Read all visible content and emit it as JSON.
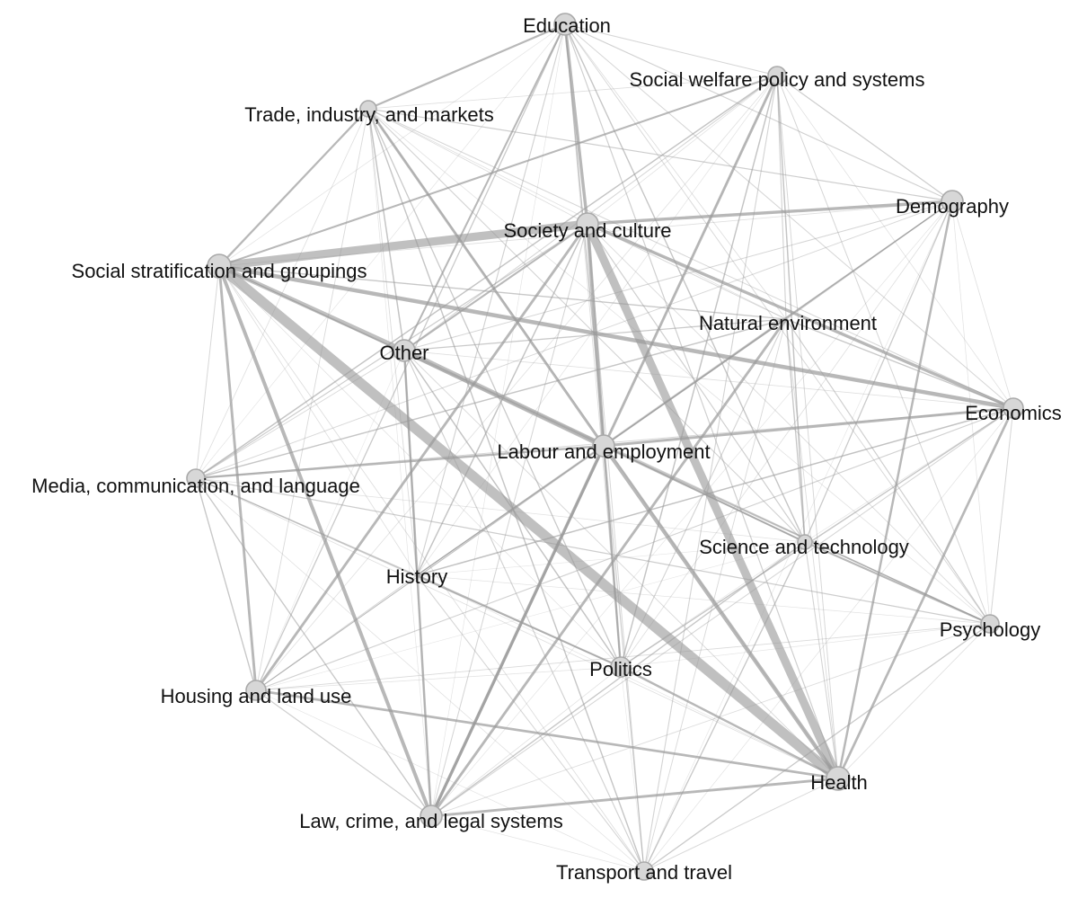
{
  "network": {
    "node_color": "#d7d7d7",
    "node_stroke": "#a9a9a9",
    "edge_color": "#9a9a9a",
    "label_color": "#111111",
    "nodes": [
      {
        "id": "education",
        "label": "Education"
      },
      {
        "id": "welfare",
        "label": "Social welfare policy and systems"
      },
      {
        "id": "trade",
        "label": "Trade, industry, and markets"
      },
      {
        "id": "demography",
        "label": "Demography"
      },
      {
        "id": "society",
        "label": "Society and culture"
      },
      {
        "id": "stratification",
        "label": "Social stratification and groupings"
      },
      {
        "id": "environment",
        "label": "Natural environment"
      },
      {
        "id": "other",
        "label": "Other"
      },
      {
        "id": "economics",
        "label": "Economics"
      },
      {
        "id": "labour",
        "label": "Labour and employment"
      },
      {
        "id": "media",
        "label": "Media, communication, and language"
      },
      {
        "id": "science",
        "label": "Science and technology"
      },
      {
        "id": "history",
        "label": "History"
      },
      {
        "id": "psychology",
        "label": "Psychology"
      },
      {
        "id": "politics",
        "label": "Politics"
      },
      {
        "id": "housing",
        "label": "Housing and land use"
      },
      {
        "id": "health",
        "label": "Health"
      },
      {
        "id": "law",
        "label": "Law, crime, and legal systems"
      },
      {
        "id": "transport",
        "label": "Transport and travel"
      }
    ],
    "strong_edges": [
      {
        "source": "stratification",
        "target": "health",
        "weight": 10
      },
      {
        "source": "society",
        "target": "health",
        "weight": 8
      },
      {
        "source": "stratification",
        "target": "society",
        "weight": 8
      },
      {
        "source": "other",
        "target": "labour",
        "weight": 5
      },
      {
        "source": "stratification",
        "target": "other",
        "weight": 4
      },
      {
        "source": "labour",
        "target": "health",
        "weight": 3.5
      },
      {
        "source": "stratification",
        "target": "economics",
        "weight": 3.5
      },
      {
        "source": "society",
        "target": "labour",
        "weight": 3
      },
      {
        "source": "stratification",
        "target": "law",
        "weight": 3
      },
      {
        "source": "education",
        "target": "society",
        "weight": 2.5
      },
      {
        "source": "labour",
        "target": "law",
        "weight": 2.5
      },
      {
        "source": "society",
        "target": "economics",
        "weight": 2.5
      },
      {
        "source": "society",
        "target": "demography",
        "weight": 2.5
      },
      {
        "source": "trade",
        "target": "labour",
        "weight": 2
      },
      {
        "source": "stratification",
        "target": "housing",
        "weight": 2
      },
      {
        "source": "society",
        "target": "housing",
        "weight": 2
      },
      {
        "source": "labour",
        "target": "economics",
        "weight": 2
      },
      {
        "source": "welfare",
        "target": "law",
        "weight": 2
      },
      {
        "source": "environment",
        "target": "law",
        "weight": 2
      },
      {
        "source": "law",
        "target": "health",
        "weight": 2
      },
      {
        "source": "housing",
        "target": "health",
        "weight": 1.8
      },
      {
        "source": "economics",
        "target": "health",
        "weight": 1.8
      },
      {
        "source": "demography",
        "target": "health",
        "weight": 1.6
      },
      {
        "source": "politics",
        "target": "health",
        "weight": 1.6
      },
      {
        "source": "other",
        "target": "law",
        "weight": 1.6
      },
      {
        "source": "media",
        "target": "labour",
        "weight": 1.5
      },
      {
        "source": "labour",
        "target": "politics",
        "weight": 1.5
      },
      {
        "source": "education",
        "target": "trade",
        "weight": 1.4
      },
      {
        "source": "trade",
        "target": "stratification",
        "weight": 1.4
      },
      {
        "source": "welfare",
        "target": "stratification",
        "weight": 1.2
      },
      {
        "source": "science",
        "target": "psychology",
        "weight": 1.2
      },
      {
        "source": "labour",
        "target": "science",
        "weight": 1.2
      },
      {
        "source": "history",
        "target": "politics",
        "weight": 1.2
      },
      {
        "source": "society",
        "target": "other",
        "weight": 1.2
      },
      {
        "source": "education",
        "target": "other",
        "weight": 1.2
      }
    ]
  }
}
